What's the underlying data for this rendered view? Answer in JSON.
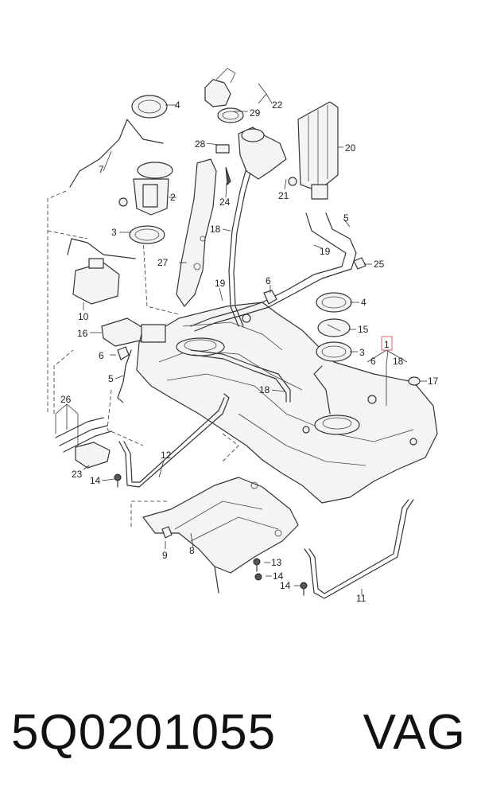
{
  "part_number": "5Q0201055",
  "brand": "VAG",
  "highlight_color": "#e06070",
  "callouts": {
    "c1": "1",
    "c2": "2",
    "c3a": "3",
    "c3b": "3",
    "c4a": "4",
    "c4b": "4",
    "c5a": "5",
    "c5b": "5",
    "c6a": "6",
    "c6b": "6",
    "c7": "7",
    "c8": "8",
    "c9": "9",
    "c10": "10",
    "c11": "11",
    "c12": "12",
    "c13": "13",
    "c14a": "14",
    "c14b": "14",
    "c14c": "14",
    "c15": "15",
    "c16": "16",
    "c17": "17",
    "c18a": "18",
    "c18b": "18",
    "c18c": "18",
    "c19a": "19",
    "c19b": "19",
    "c20": "20",
    "c21": "21",
    "c22": "22",
    "c23": "23",
    "c24": "24",
    "c25": "25",
    "c26": "26",
    "c27": "27",
    "c28": "28",
    "c29": "29"
  }
}
